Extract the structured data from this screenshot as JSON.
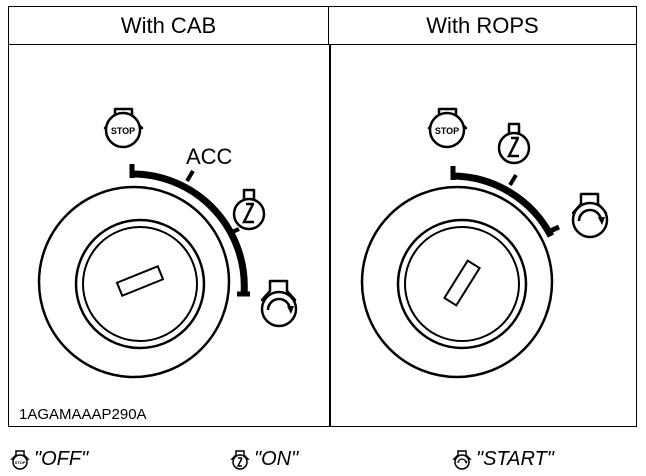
{
  "panels": {
    "left": {
      "title": "With CAB",
      "acc_label": "ACC"
    },
    "right": {
      "title": "With ROPS"
    },
    "figure_id": "1AGAMAAAP290A"
  },
  "legend": {
    "off": {
      "icon": "stop-icon",
      "label": "\"OFF\""
    },
    "on": {
      "icon": "on-icon",
      "label": "\"ON\""
    },
    "start": {
      "icon": "start-icon",
      "label": "\"START\""
    }
  },
  "icon_text": {
    "stop": "STOP"
  }
}
